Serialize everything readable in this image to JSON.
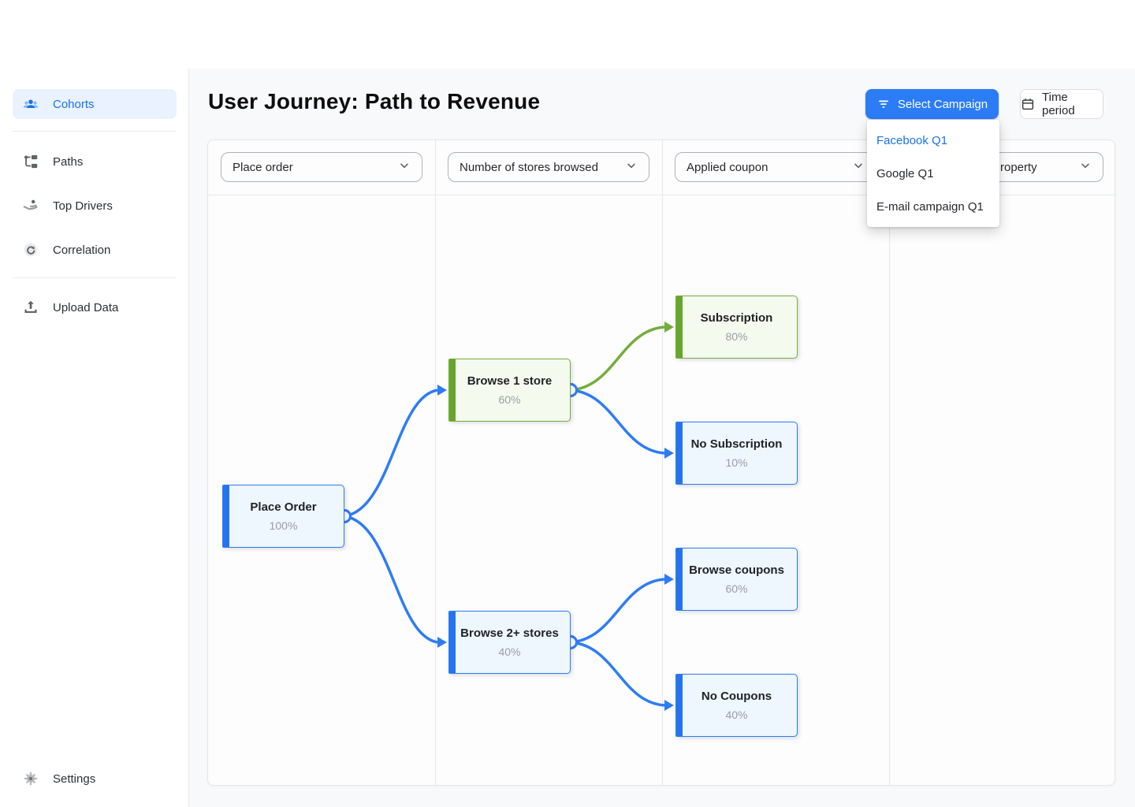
{
  "sidebar": {
    "items": [
      {
        "label": "Cohorts",
        "icon": "people-icon",
        "active": true
      },
      {
        "label": "Paths",
        "icon": "hierarchy-icon",
        "active": false
      },
      {
        "label": "Top Drivers",
        "icon": "hand-dot-icon",
        "active": false
      },
      {
        "label": "Correlation",
        "icon": "circular-arrow-icon",
        "active": false
      },
      {
        "label": "Upload Data",
        "icon": "upload-icon",
        "active": false
      }
    ],
    "settings": {
      "label": "Settings",
      "icon": "gear-icon"
    }
  },
  "header": {
    "title": "User Journey: Path to Revenue",
    "select_campaign_label": "Select Campaign",
    "time_period_label": "Time period"
  },
  "campaign_menu": {
    "items": [
      {
        "label": "Facebook Q1",
        "selected": true
      },
      {
        "label": "Google Q1",
        "selected": false
      },
      {
        "label": "E-mail campaign Q1",
        "selected": false
      }
    ]
  },
  "columns": [
    {
      "label": "Place order"
    },
    {
      "label": "Number of stores browsed"
    },
    {
      "label": "Applied coupon"
    },
    {
      "label": "roperty",
      "occluded_by_menu": true
    }
  ],
  "flow": {
    "nodes": [
      {
        "id": "place-order",
        "title": "Place Order",
        "value": "100%",
        "color": "blue"
      },
      {
        "id": "browse-1-store",
        "title": "Browse 1 store",
        "value": "60%",
        "color": "green"
      },
      {
        "id": "browse-2-stores",
        "title": "Browse 2+ stores",
        "value": "40%",
        "color": "blue"
      },
      {
        "id": "subscription",
        "title": "Subscription",
        "value": "80%",
        "color": "green"
      },
      {
        "id": "no-subscription",
        "title": "No Subscription",
        "value": "10%",
        "color": "blue"
      },
      {
        "id": "browse-coupons",
        "title": "Browse coupons",
        "value": "60%",
        "color": "blue"
      },
      {
        "id": "no-coupons",
        "title": "No Coupons",
        "value": "40%",
        "color": "blue"
      }
    ],
    "edges": [
      {
        "from": "place-order",
        "to": "browse-1-store",
        "color": "blue"
      },
      {
        "from": "place-order",
        "to": "browse-2-stores",
        "color": "blue"
      },
      {
        "from": "browse-1-store",
        "to": "subscription",
        "color": "green"
      },
      {
        "from": "browse-1-store",
        "to": "no-subscription",
        "color": "blue"
      },
      {
        "from": "browse-2-stores",
        "to": "browse-coupons",
        "color": "blue"
      },
      {
        "from": "browse-2-stores",
        "to": "no-coupons",
        "color": "blue"
      }
    ]
  },
  "colors": {
    "accent_blue": "#2c7cf5",
    "link_blue": "#1a73e8",
    "edge_blue": "#2e7cf5",
    "edge_green": "#74ad3c",
    "node_blue_fill": "#eef6fe",
    "node_green_fill": "#f5faee",
    "main_background": "#f8f9fa"
  }
}
